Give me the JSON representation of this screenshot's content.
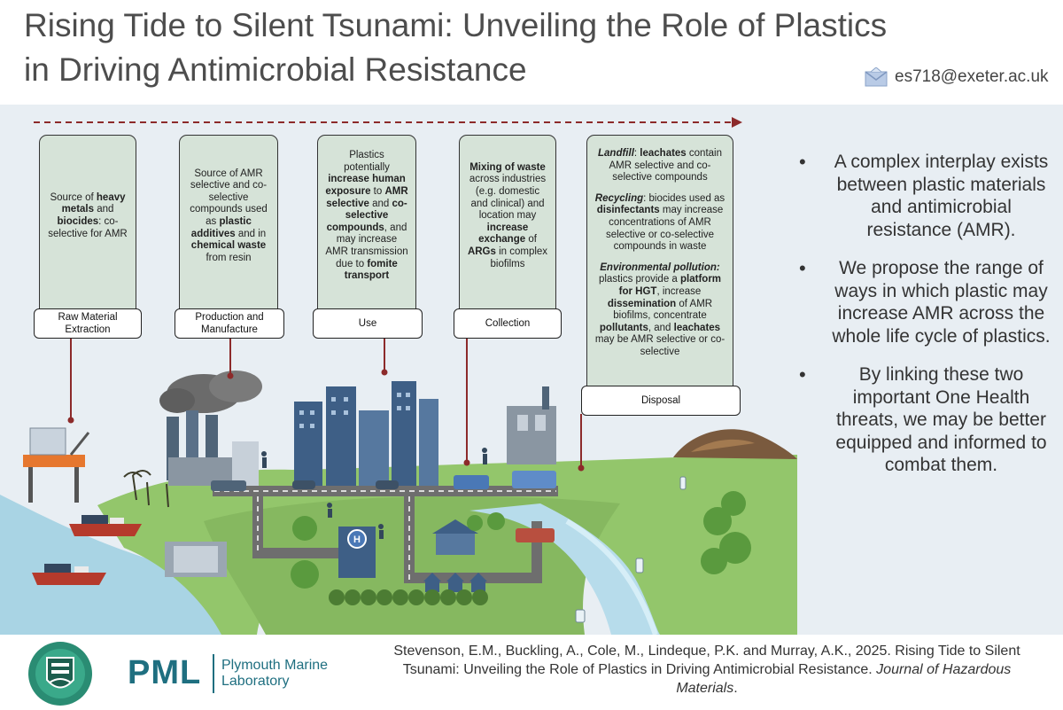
{
  "header": {
    "title_line1": "Rising Tide to Silent Tsunami: Unveiling the Role of Plastics",
    "title_line2": "in Driving Antimicrobial Resistance",
    "email": "es718@exeter.ac.uk",
    "email_icon": "envelope-icon"
  },
  "stages": [
    {
      "label": "Raw Material Extraction",
      "text": [
        {
          "t": "Source of "
        },
        {
          "t": "heavy metals",
          "b": true
        },
        {
          "t": " and "
        },
        {
          "t": "biocides",
          "b": true
        },
        {
          "t": ": co-selective for AMR"
        }
      ]
    },
    {
      "label": "Production and Manufacture",
      "text": [
        {
          "t": "Source of AMR selective and co-selective compounds used as "
        },
        {
          "t": "plastic additives",
          "b": true
        },
        {
          "t": " and in "
        },
        {
          "t": "chemical waste",
          "b": true
        },
        {
          "t": " from resin"
        }
      ]
    },
    {
      "label": "Use",
      "text": [
        {
          "t": "Plastics potentially "
        },
        {
          "t": "increase human exposure",
          "b": true
        },
        {
          "t": " to "
        },
        {
          "t": "AMR selective",
          "b": true
        },
        {
          "t": " and "
        },
        {
          "t": "co-selective compounds",
          "b": true
        },
        {
          "t": ", and may increase AMR transmission due to "
        },
        {
          "t": "fomite transport",
          "b": true
        }
      ]
    },
    {
      "label": "Collection",
      "text": [
        {
          "t": "Mixing of waste",
          "b": true
        },
        {
          "t": " across industries (e.g. domestic and clinical) and location may "
        },
        {
          "t": "increase exchange",
          "b": true
        },
        {
          "t": " of "
        },
        {
          "t": "ARGs",
          "b": true
        },
        {
          "t": " in complex biofilms"
        }
      ]
    },
    {
      "label": "Disposal",
      "paragraphs": [
        [
          {
            "t": "Landfill",
            "b": true,
            "i": true
          },
          {
            "t": ": "
          },
          {
            "t": "leachates",
            "b": true
          },
          {
            "t": " contain AMR selective and co-selective compounds"
          }
        ],
        [
          {
            "t": "Recycling",
            "b": true,
            "i": true
          },
          {
            "t": ": biocides used as "
          },
          {
            "t": "disinfectants",
            "b": true
          },
          {
            "t": " may increase concentrations of AMR selective or co-selective compounds in waste"
          }
        ],
        [
          {
            "t": "Environmental pollution:",
            "b": true,
            "i": true
          },
          {
            "t": " plastics provide a "
          },
          {
            "t": "platform for HGT",
            "b": true
          },
          {
            "t": ", increase "
          },
          {
            "t": "dissemination",
            "b": true
          },
          {
            "t": " of AMR biofilms, concentrate "
          },
          {
            "t": "pollutants",
            "b": true
          },
          {
            "t": ", and "
          },
          {
            "t": "leachates",
            "b": true
          },
          {
            "t": " may be AMR selective or co-selective"
          }
        ]
      ]
    }
  ],
  "bullets": [
    "A complex interplay exists between plastic materials and antimicrobial resistance (AMR).",
    "We propose the range of ways in which plastic may increase AMR across the whole life cycle of plastics.",
    "By linking these two important One Health threats, we may be better equipped and informed to combat them."
  ],
  "scene_icons": [
    "oil-rig-icon",
    "ship-icon",
    "factory-icon",
    "city-buildings-icon",
    "hospital-icon",
    "school-icon",
    "houses-icon",
    "garbage-truck-icon",
    "recycling-plant-icon",
    "landfill-icon",
    "river-icon",
    "palm-tree-icon",
    "tree-icon",
    "plastic-bottle-icon",
    "people-icon"
  ],
  "footer": {
    "logo_mark": "PML",
    "org_line1": "Plymouth Marine",
    "org_line2": "Laboratory",
    "citation_main": "Stevenson, E.M., Buckling, A., Cole, M., Lindeque, P.K. and Murray, A.K., 2025. Rising Tide to Silent Tsunami: Unveiling the Role of Plastics in Driving Antimicrobial Resistance. ",
    "citation_journal": "Journal of Hazardous Materials",
    "citation_end": "."
  }
}
